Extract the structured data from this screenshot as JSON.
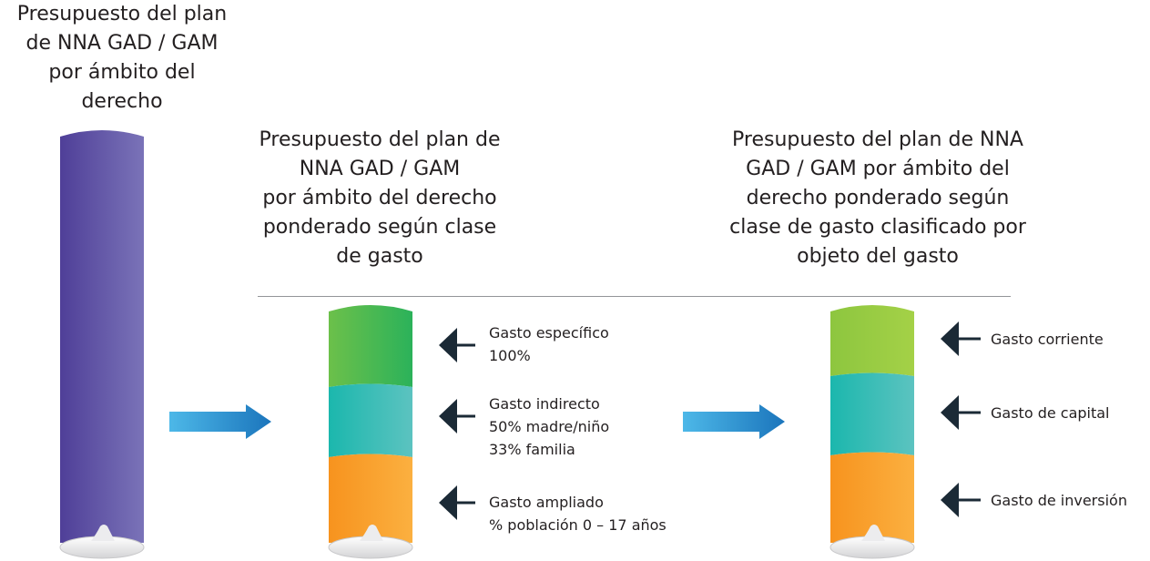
{
  "titles": {
    "left": [
      "Presupuesto del plan",
      "de NNA GAD / GAM",
      "por ámbito del",
      "derecho"
    ],
    "middle": [
      "Presupuesto del plan de",
      "NNA GAD / GAM",
      "por ámbito del derecho",
      "ponderado según clase",
      "de gasto"
    ],
    "right": [
      "Presupuesto del plan de NNA",
      "GAD / GAM por ámbito del",
      "derecho ponderado según",
      "clase de gasto clasificado por",
      "objeto del gasto"
    ]
  },
  "middle_labels": [
    {
      "lines": [
        "Gasto específico",
        "100%"
      ]
    },
    {
      "lines": [
        "Gasto indirecto",
        "50% madre/niño",
        "33% familia"
      ]
    },
    {
      "lines": [
        "Gasto ampliado",
        "% población 0 – 17 años"
      ]
    }
  ],
  "right_labels": [
    {
      "lines": [
        "Gasto corriente"
      ]
    },
    {
      "lines": [
        "Gasto de capital"
      ]
    },
    {
      "lines": [
        "Gasto de inversión"
      ]
    }
  ],
  "colors": {
    "purple": "#5b4b9f",
    "green": "#4cb848",
    "lime": "#8cc63f",
    "teal": "#1fb5b0",
    "orange": "#f7941d",
    "blue_arrow": "#2b9ad6",
    "dark_arrow": "#1b2a36",
    "rule": "#939598"
  }
}
